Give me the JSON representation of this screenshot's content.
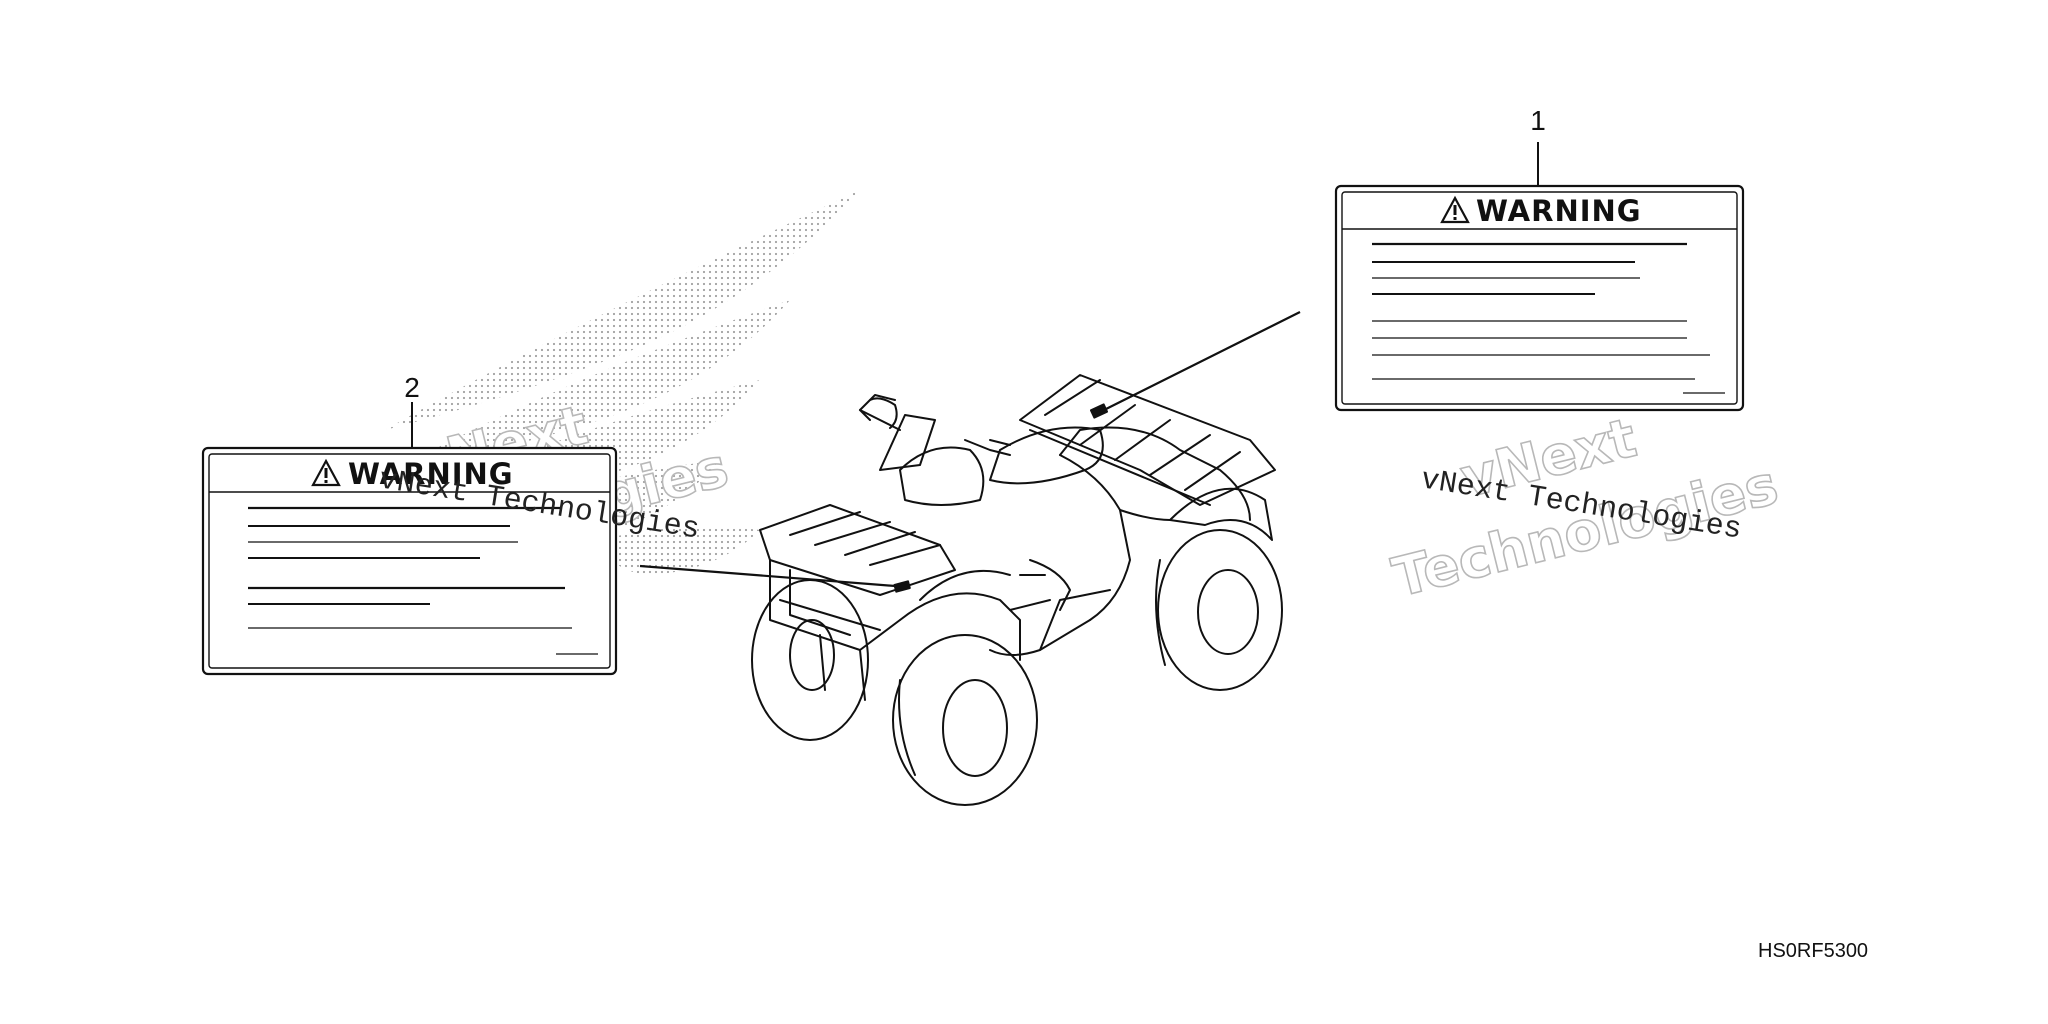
{
  "labels": [
    {
      "callout": "1",
      "title": "WARNING"
    },
    {
      "callout": "2",
      "title": "WARNING"
    }
  ],
  "diagram_code": "HS0RF5300",
  "watermark": {
    "brand_line1": "vNext",
    "brand_line2": "Technologies",
    "mono_text": "vNext Technologies"
  },
  "colors": {
    "line": "#111111",
    "watermark_outline": "#b8b8b8",
    "background": "#ffffff"
  },
  "icons": [
    "warning-triangle-icon",
    "logo-wing-icon",
    "atv-icon"
  ]
}
